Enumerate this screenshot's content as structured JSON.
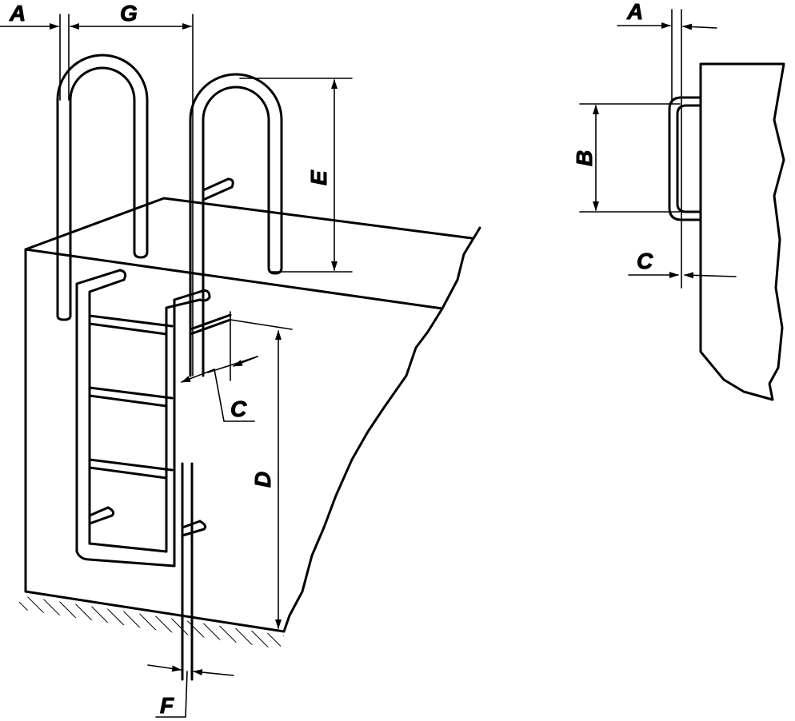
{
  "colors": {
    "ink": "#000000",
    "paper": "#ffffff"
  },
  "labels": {
    "A": "A",
    "G": "G",
    "E": "E",
    "C": "C",
    "D": "D",
    "F": "F",
    "side_A": "A",
    "side_B": "B",
    "side_C": "C"
  }
}
